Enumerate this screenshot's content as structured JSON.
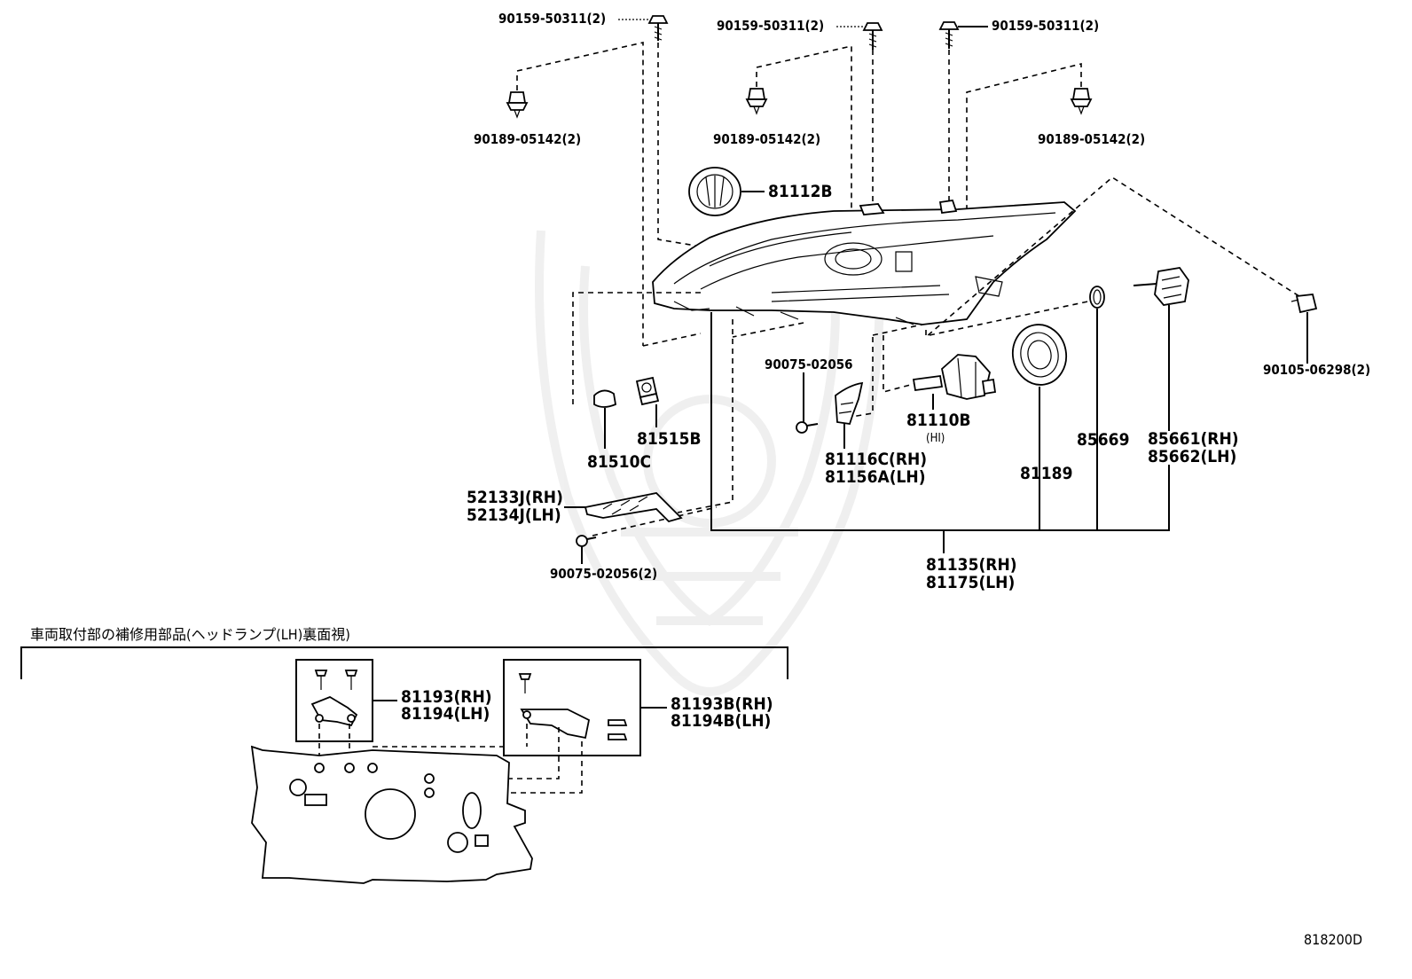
{
  "labels": {
    "bolt_left": "90159-50311(2)",
    "bolt_mid": "90159-50311(2)",
    "bolt_right": "90159-50311(2)",
    "clip_left": "90189-05142(2)",
    "clip_mid": "90189-05142(2)",
    "clip_right": "90189-05142(2)",
    "cover": "81112B",
    "screw_small": "90075-02056",
    "bulb_hi": "81110B",
    "bulb_hi_note": "(HI)",
    "bulb_side": "81515B",
    "bulb_wedge": "81510C",
    "bracket_rh": "81116C(RH)",
    "bracket_lh": "81156A(LH)",
    "ring": "81189",
    "oring": "85669",
    "actuator_rh": "85661(RH)",
    "actuator_lh": "85662(LH)",
    "screw_right": "90105-06298(2)",
    "stay_rh": "52133J(RH)",
    "stay_lh": "52134J(LH)",
    "screw_bottom": "90075-02056(2)",
    "assy_rh": "81135(RH)",
    "assy_lh": "81175(LH)",
    "repair_title": "車両取付部の補修用部品(ヘッドランプ(LH)裏面視)",
    "repair_a_rh": "81193(RH)",
    "repair_a_lh": "81194(LH)",
    "repair_b_rh": "81193B(RH)",
    "repair_b_lh": "81194B(LH)",
    "diagram_code": "818200D"
  }
}
